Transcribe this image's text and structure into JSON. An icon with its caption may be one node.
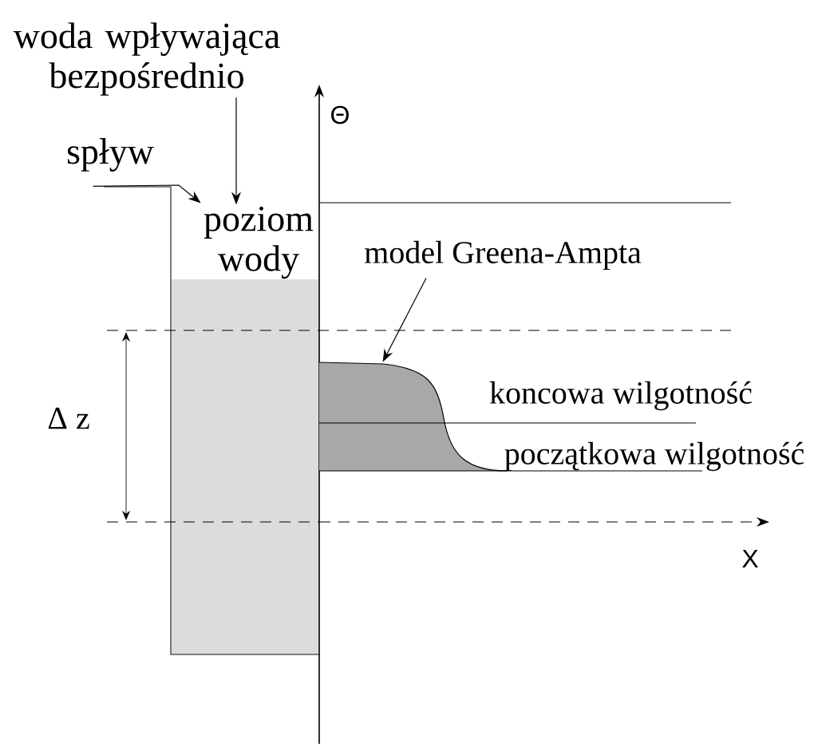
{
  "diagram": {
    "nodes": [
      {
        "text": [
          "woda wpływająca bezpośrednio"
        ]
      },
      {
        "text": [
          "spływ"
        ]
      },
      {
        "text": [
          "poziom wody"
        ]
      },
      {
        "text": [
          "model Greena-Ampta"
        ]
      },
      {
        "text": [],
        "shape": "area"
      }
    ],
    "edges": [
      {
        "from": 0,
        "to": 2,
        "arrow": "to"
      },
      {
        "from": 1,
        "to": 2,
        "arrow": "to"
      },
      {
        "from": 3,
        "to": 4,
        "arrow": "to"
      }
    ],
    "labels": [
      "Θ",
      "Δ z",
      "koncowa wilgotność",
      "początkowa wilgotność",
      "X"
    ]
  }
}
